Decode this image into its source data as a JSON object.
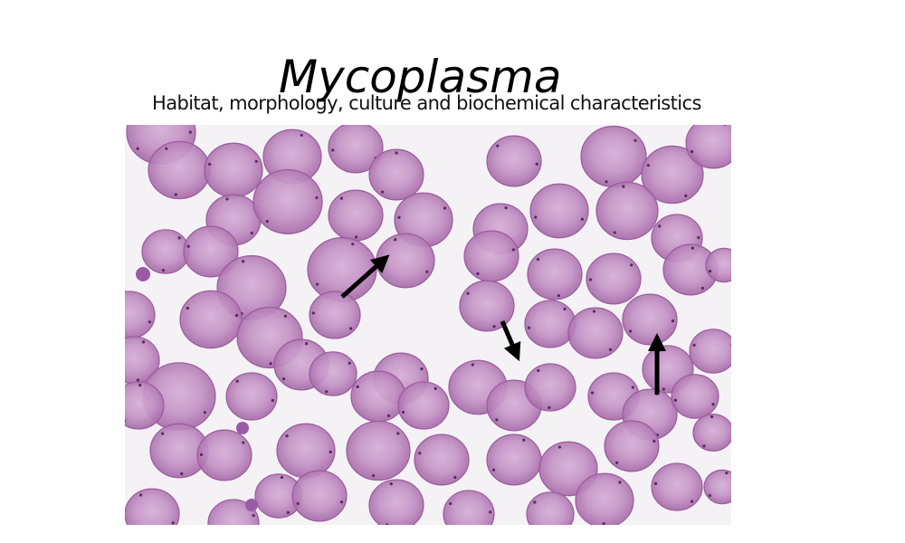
{
  "slide": {
    "title": "Mycoplasma",
    "subtitle": "Habitat, morphology, culture and biochemical characteristics"
  },
  "micrograph": {
    "arrow_count": 3,
    "cell_color": "#b77fb8",
    "background_color": "#f5f2f6",
    "arrow_color": "#000000"
  }
}
